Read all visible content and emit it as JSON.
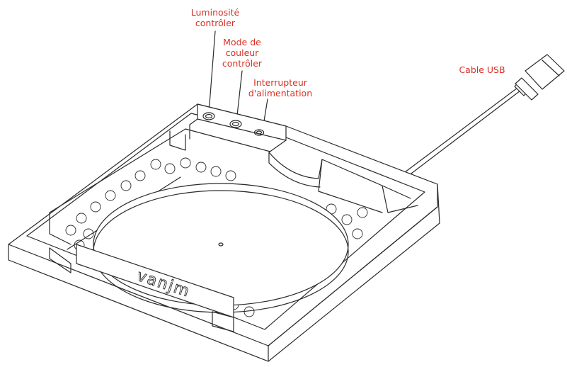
{
  "callouts": {
    "brightness": {
      "lines": [
        "Luminosité",
        "contrôler"
      ]
    },
    "color_mode": {
      "lines": [
        "Mode de",
        "couleur",
        "contrôler"
      ]
    },
    "power": {
      "lines": [
        "Interrupteur",
        "d'alimentation"
      ]
    },
    "usb": {
      "lines": [
        "Cable USB"
      ]
    }
  },
  "brand_logo": "vanjm",
  "colors": {
    "callout": "#d93025",
    "drawing_stroke": "#2a2a2a",
    "background": "#ffffff"
  }
}
